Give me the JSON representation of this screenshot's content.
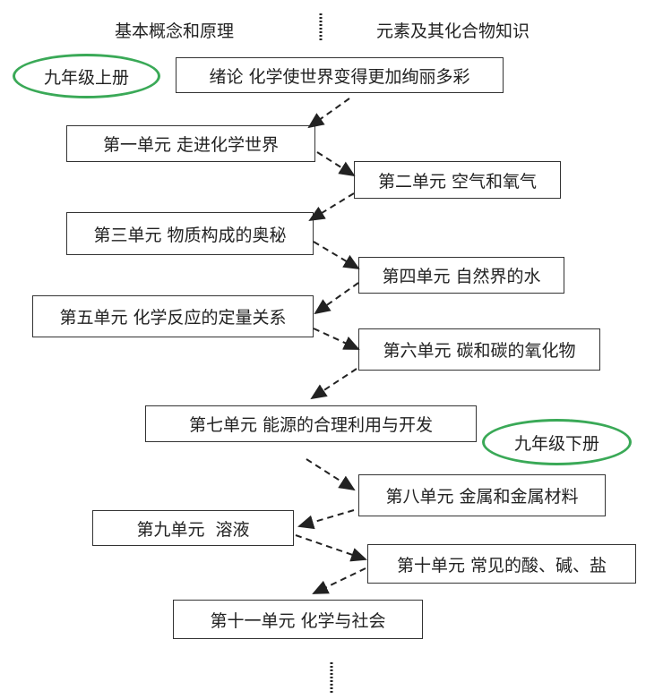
{
  "header": {
    "left": "基本概念和原理",
    "right": "元素及其化合物知识"
  },
  "grades": {
    "upper": "九年级上册",
    "lower": "九年级下册"
  },
  "units": [
    "绪论 化学使世界变得更加绚丽多彩",
    "第一单元 走进化学世界",
    "第二单元 空气和氧气",
    "第三单元 物质构成的奥秘",
    "第四单元 自然界的水",
    "第五单元 化学反应的定量关系",
    "第六单元 碳和碳的氧化物",
    "第七单元 能源的合理利用与开发",
    "第八单元 金属和金属材料",
    "第九单元  溶液",
    "第十单元 常见的酸、碱、盐",
    "第十一单元 化学与社会"
  ],
  "colors": {
    "ellipse": "#3aa957",
    "border": "#333333"
  }
}
